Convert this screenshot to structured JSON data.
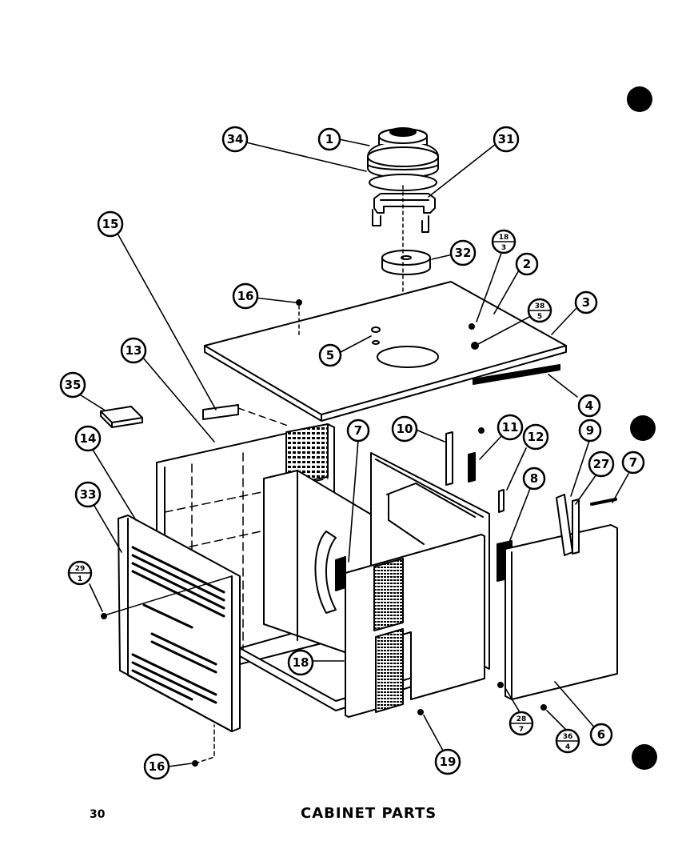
{
  "title": "CABINET PARTS",
  "page_number": "30",
  "callouts": {
    "c34": "34",
    "c1": "1",
    "c31": "31",
    "c15": "15",
    "c32": "32",
    "c18a": "18",
    "c18b": "3",
    "c2": "2",
    "c16a": "16",
    "c38a": "38",
    "c38b": "5",
    "c3": "3",
    "c5": "5",
    "c13": "13",
    "c4": "4",
    "c35": "35",
    "c10": "10",
    "c11": "11",
    "c12": "12",
    "c9": "9",
    "c14": "14",
    "c7a": "7",
    "c27": "27",
    "c7b": "7",
    "c33": "33",
    "c8": "8",
    "c29a": "29",
    "c29b": "1",
    "c18c": "18",
    "c28a": "28",
    "c28b": "7",
    "c36a": "36",
    "c36b": "4",
    "c6": "6",
    "c16b": "16",
    "c19": "19"
  }
}
